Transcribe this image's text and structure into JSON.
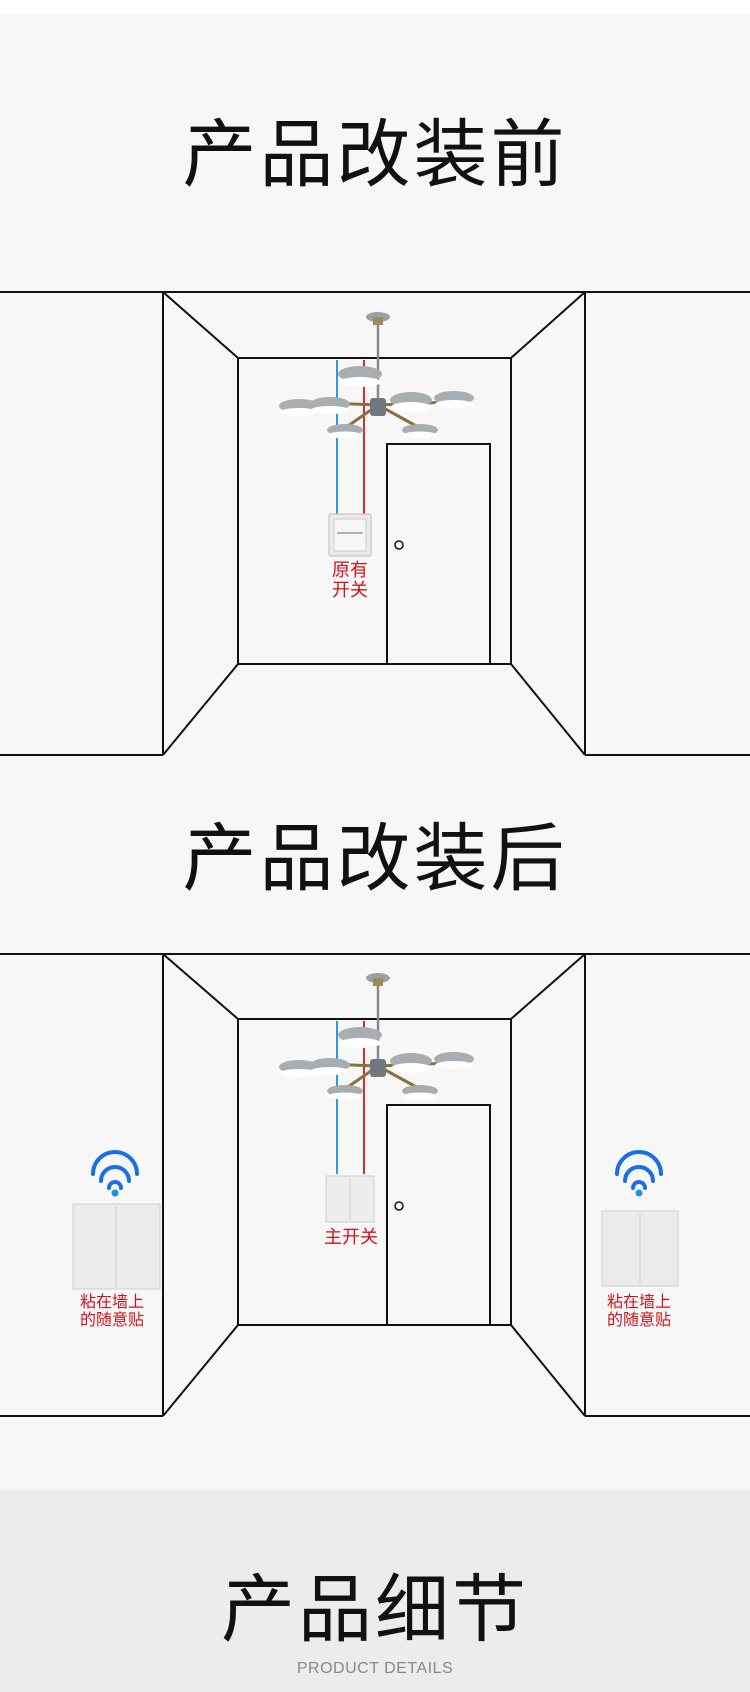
{
  "sections": {
    "before": {
      "heading": "产品改装前",
      "switch_label_line1": "原有",
      "switch_label_line2": "开关"
    },
    "after": {
      "heading": "产品改装后",
      "main_switch_label": "主开关",
      "left_sticker_line1": "粘在墙上",
      "left_sticker_line2": "的随意贴",
      "right_sticker_line1": "粘在墙上",
      "right_sticker_line2": "的随意贴"
    },
    "details": {
      "title": "产品细节",
      "subtitle": "PRODUCT DETAILS"
    }
  },
  "colors": {
    "label_red": "#d0121b",
    "wire_blue": "#2a9be0",
    "wire_red": "#e02a2a",
    "wifi_blue": "#1a6fe8",
    "line": "#111111"
  },
  "icons": [
    "chandelier-icon",
    "wall-switch-icon",
    "wifi-icon",
    "door-knob-icon"
  ]
}
